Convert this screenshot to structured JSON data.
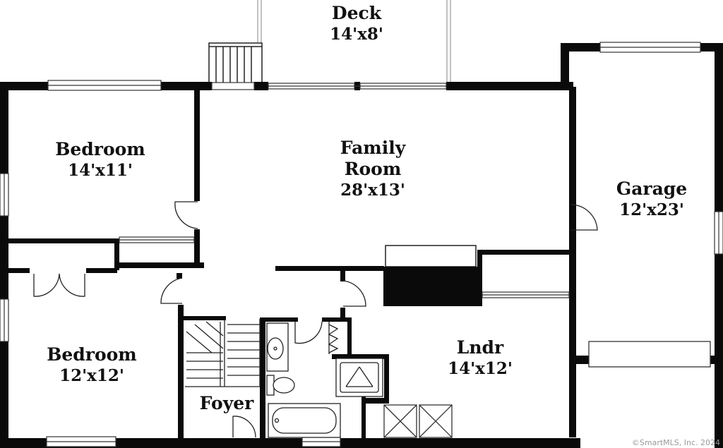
{
  "colors": {
    "wall": "#0a0a0a",
    "line": "#333333",
    "background": "#ffffff"
  },
  "rooms": {
    "deck": {
      "name": "Deck",
      "dimensions": "14'x8'"
    },
    "bedroom1": {
      "name": "Bedroom",
      "dimensions": "14'x11'"
    },
    "family_room": {
      "name_line1": "Family",
      "name_line2": "Room",
      "dimensions": "28'x13'"
    },
    "garage": {
      "name": "Garage",
      "dimensions": "12'x23'"
    },
    "bedroom2": {
      "name": "Bedroom",
      "dimensions": "12'x12'"
    },
    "laundry": {
      "name": "Lndr",
      "dimensions": "14'x12'"
    },
    "foyer": {
      "name": "Foyer"
    }
  },
  "copyright": "©SmartMLS, Inc.  2024"
}
